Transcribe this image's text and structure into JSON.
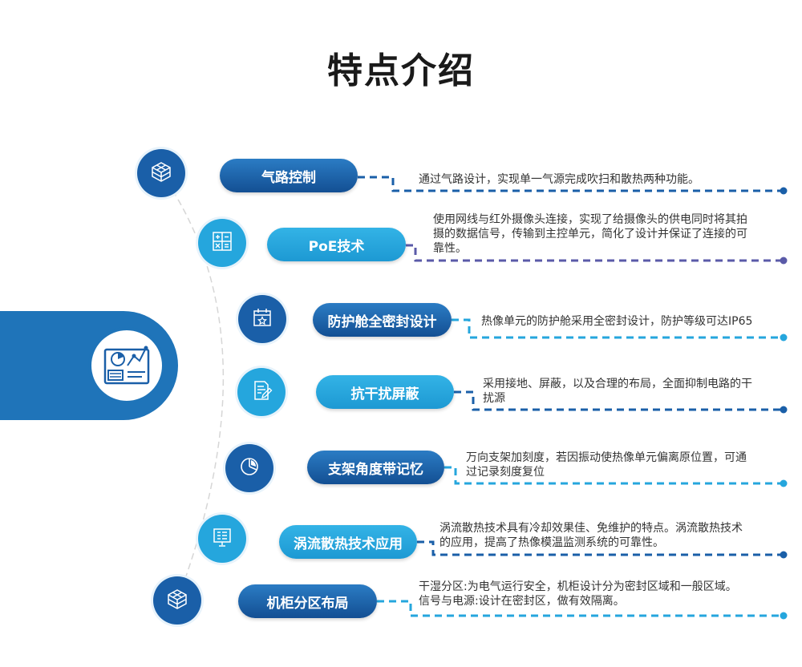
{
  "title": "特点介绍",
  "colors": {
    "dark_blue": "#1a5fa8",
    "light_blue": "#25a6dd",
    "purple": "#5a5aa8"
  },
  "hub": {
    "icon": "report-document-icon"
  },
  "features": [
    {
      "label": "气路控制",
      "icon": "cube-grid-icon",
      "desc": "通过气路设计，实现单一气源完成吹扫和散热两种功能。"
    },
    {
      "label": "PoE技术",
      "icon": "calculator-icon",
      "desc": "使用网线与红外摄像头连接，实现了给摄像头的供电同时将其拍\n摄的数据信号，传输到主控单元，简化了设计并保证了连接的可\n靠性。"
    },
    {
      "label": "防护舱全密封设计",
      "icon": "calendar-star-icon",
      "desc": "热像单元的防护舱采用全密封设计，防护等级可达IP65"
    },
    {
      "label": "抗干扰屏蔽",
      "icon": "document-edit-icon",
      "desc": "采用接地、屏蔽，以及合理的布局，全面抑制电路的干\n扰源"
    },
    {
      "label": "支架角度带记忆",
      "icon": "pie-chart-icon",
      "desc": "万向支架加刻度，若因振动使热像单元偏离原位置，可通\n过记录刻度复位"
    },
    {
      "label": "涡流散热技术应用",
      "icon": "presentation-board-icon",
      "desc": "涡流散热技术具有冷却效果佳、免维护的特点。涡流散热技术\n的应用，提高了热像模温监测系统的可靠性。"
    },
    {
      "label": "机柜分区布局",
      "icon": "cube-grid-icon",
      "desc": "干湿分区:为电气运行安全，机柜设计分为密封区域和一般区域。\n信号与电源:设计在密封区，做有效隔离。"
    }
  ]
}
